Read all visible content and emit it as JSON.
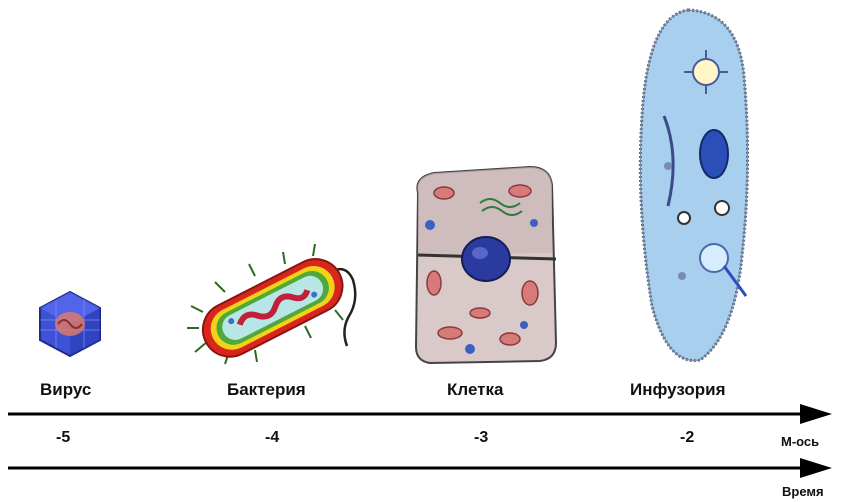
{
  "organisms": [
    {
      "name": "Вирус",
      "icon": "virus-icon",
      "scale": "-5"
    },
    {
      "name": "Бактерия",
      "icon": "bacterium-icon",
      "scale": "-4"
    },
    {
      "name": "Клетка",
      "icon": "cell-icon",
      "scale": "-3"
    },
    {
      "name": "Инфузория",
      "icon": "paramecium-icon",
      "scale": "-2"
    }
  ],
  "axes": {
    "m_axis_label": "М-ось",
    "time_label": "Время"
  },
  "colors": {
    "axis": "#000000",
    "virus": "#3a4fd0",
    "bacterium_wall": "#d9261c",
    "cell_nucleus": "#2b3a9e",
    "paramecium": "#a9cfee"
  }
}
